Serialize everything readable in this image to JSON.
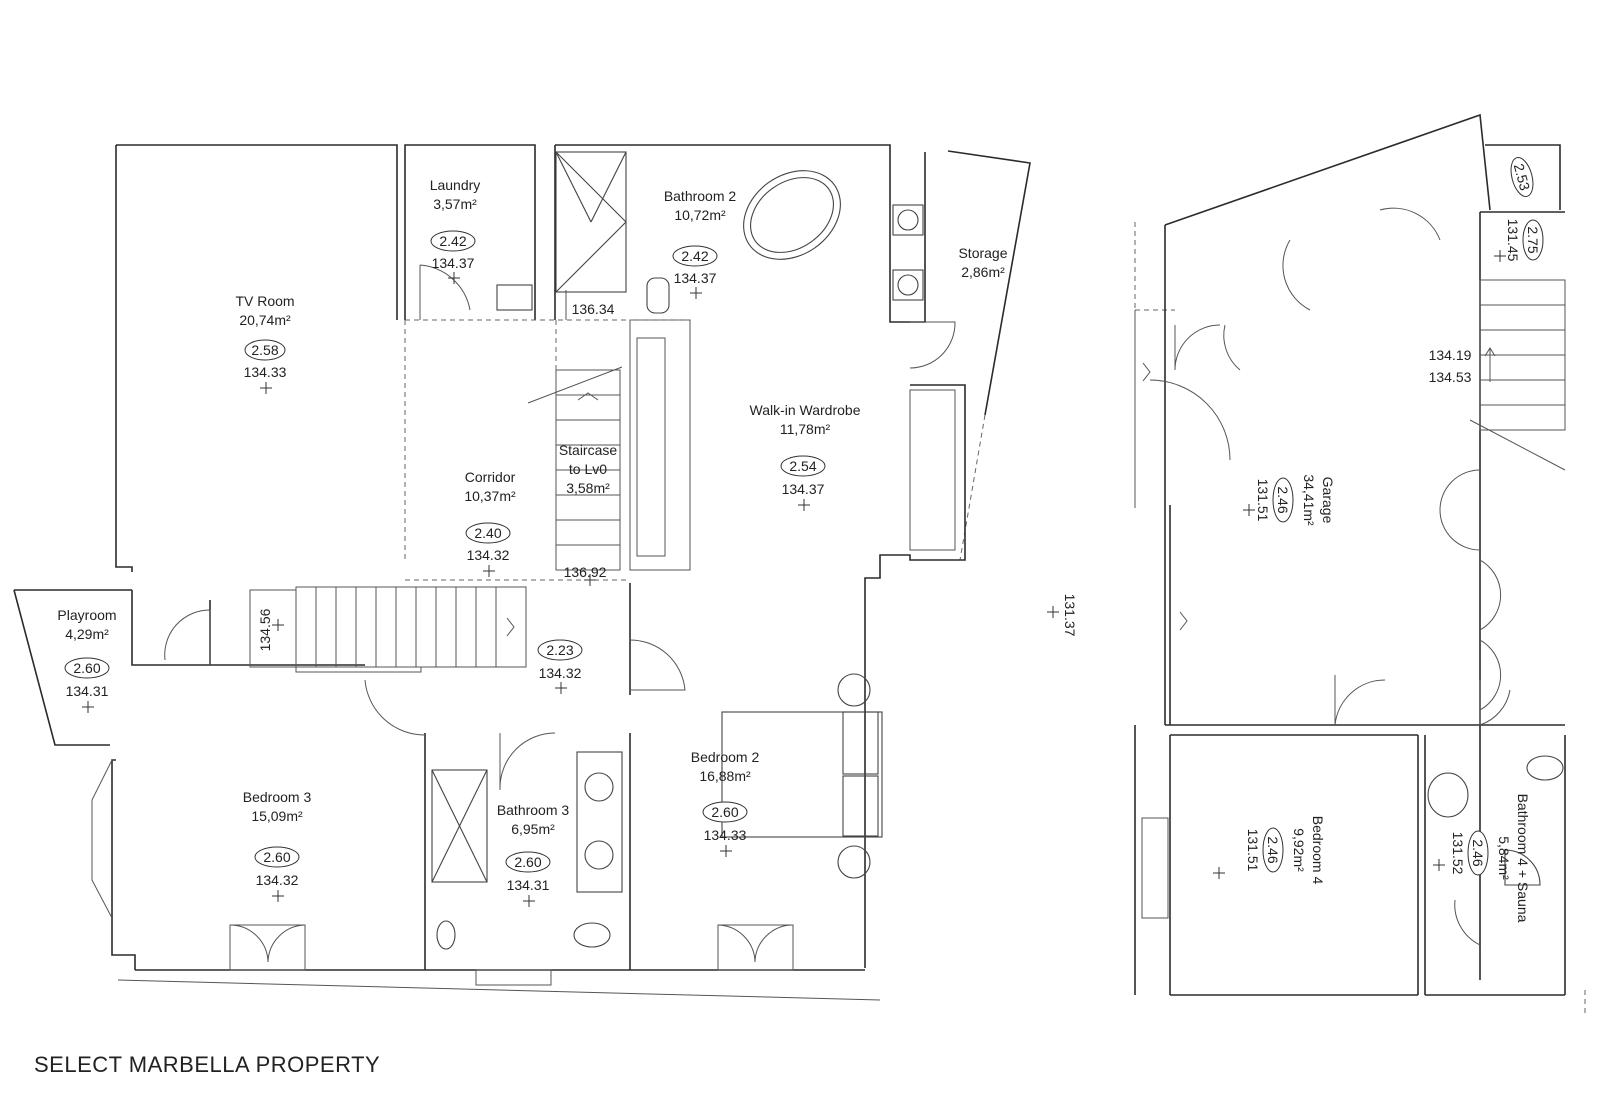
{
  "footer": {
    "brand": "SELECT MARBELLA PROPERTY"
  },
  "rooms": [
    {
      "id": "tv-room",
      "name": "TV Room",
      "area": "20,74m²",
      "height": "2.58",
      "level": "134.33"
    },
    {
      "id": "laundry",
      "name": "Laundry",
      "area": "3,57m²",
      "height": "2.42",
      "level": "134.37"
    },
    {
      "id": "bathroom-2",
      "name": "Bathroom 2",
      "area": "10,72m²",
      "height": "2.42",
      "level": "134.37"
    },
    {
      "id": "storage",
      "name": "Storage",
      "area": "2,86m²"
    },
    {
      "id": "walk-in-wardrobe",
      "name": "Walk-in Wardrobe",
      "area": "11,78m²",
      "height": "2.54",
      "level": "134.37"
    },
    {
      "id": "staircase",
      "name": "Staircase",
      "name2": "to Lv0",
      "area": "3,58m²"
    },
    {
      "id": "corridor",
      "name": "Corridor",
      "area": "10,37m²",
      "height": "2.40",
      "level": "134.32"
    },
    {
      "id": "landing",
      "height": "2.23",
      "level": "134.32"
    },
    {
      "id": "playroom",
      "name": "Playroom",
      "area": "4,29m²",
      "height": "2.60",
      "level": "134.31"
    },
    {
      "id": "bedroom-3",
      "name": "Bedroom 3",
      "area": "15,09m²",
      "height": "2.60",
      "level": "134.32"
    },
    {
      "id": "bathroom-3",
      "name": "Bathroom 3",
      "area": "6,95m²",
      "height": "2.60",
      "level": "134.31"
    },
    {
      "id": "bedroom-2",
      "name": "Bedroom 2",
      "area": "16,88m²",
      "height": "2.60",
      "level": "134.33"
    },
    {
      "id": "garage",
      "name": "Garage",
      "area": "34,41m²",
      "height": "2.46",
      "level": "131.51"
    },
    {
      "id": "bedroom-4",
      "name": "Bedroom 4",
      "area": "9,92m²",
      "height": "2.46",
      "level": "131.51"
    },
    {
      "id": "bathroom-4",
      "name": "Bathroom 4 + Sauna",
      "area": "5,84m²",
      "height": "2.46",
      "level": "131.52"
    },
    {
      "id": "upper-right",
      "height": "2.53"
    },
    {
      "id": "stair-right",
      "height": "2.75",
      "level": "131.45"
    }
  ],
  "levels": {
    "stair_top": "136.34",
    "stair_bottom": "136.92",
    "stair_side": "134.56",
    "center": "131.37",
    "right_stair_a": "134.19",
    "right_stair_b": "134.53"
  }
}
